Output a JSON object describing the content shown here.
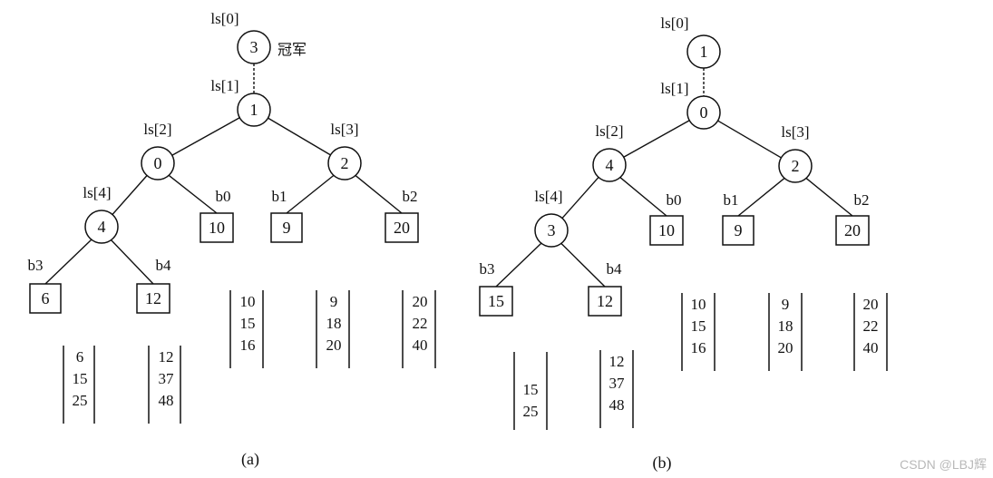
{
  "panels": [
    {
      "id": "a",
      "caption": "(a)",
      "champion_label": "冠军",
      "nodes": [
        {
          "key": "ls0",
          "label": "ls[0]",
          "value": "3"
        },
        {
          "key": "ls1",
          "label": "ls[1]",
          "value": "1"
        },
        {
          "key": "ls2",
          "label": "ls[2]",
          "value": "0"
        },
        {
          "key": "ls3",
          "label": "ls[3]",
          "value": "2"
        },
        {
          "key": "ls4",
          "label": "ls[4]",
          "value": "4"
        }
      ],
      "buffers": [
        {
          "key": "b0",
          "label": "b0",
          "value": "10"
        },
        {
          "key": "b1",
          "label": "b1",
          "value": "9"
        },
        {
          "key": "b2",
          "label": "b2",
          "value": "20"
        },
        {
          "key": "b3",
          "label": "b3",
          "value": "6"
        },
        {
          "key": "b4",
          "label": "b4",
          "value": "12"
        }
      ],
      "runs": [
        {
          "key": "run-b3",
          "values": [
            "6",
            "15",
            "25"
          ]
        },
        {
          "key": "run-b4",
          "values": [
            "12",
            "37",
            "48"
          ]
        },
        {
          "key": "run-b0",
          "values": [
            "10",
            "15",
            "16"
          ]
        },
        {
          "key": "run-b1",
          "values": [
            "9",
            "18",
            "20"
          ]
        },
        {
          "key": "run-b2",
          "values": [
            "20",
            "22",
            "40"
          ]
        }
      ]
    },
    {
      "id": "b",
      "caption": "(b)",
      "champion_label": "",
      "nodes": [
        {
          "key": "ls0",
          "label": "ls[0]",
          "value": "1"
        },
        {
          "key": "ls1",
          "label": "ls[1]",
          "value": "0"
        },
        {
          "key": "ls2",
          "label": "ls[2]",
          "value": "4"
        },
        {
          "key": "ls3",
          "label": "ls[3]",
          "value": "2"
        },
        {
          "key": "ls4",
          "label": "ls[4]",
          "value": "3"
        }
      ],
      "buffers": [
        {
          "key": "b0",
          "label": "b0",
          "value": "10"
        },
        {
          "key": "b1",
          "label": "b1",
          "value": "9"
        },
        {
          "key": "b2",
          "label": "b2",
          "value": "20"
        },
        {
          "key": "b3",
          "label": "b3",
          "value": "15"
        },
        {
          "key": "b4",
          "label": "b4",
          "value": "12"
        }
      ],
      "runs": [
        {
          "key": "run-b3",
          "values": [
            "",
            "15",
            "25"
          ]
        },
        {
          "key": "run-b4",
          "values": [
            "12",
            "37",
            "48"
          ]
        },
        {
          "key": "run-b0",
          "values": [
            "10",
            "15",
            "16"
          ]
        },
        {
          "key": "run-b1",
          "values": [
            "9",
            "18",
            "20"
          ]
        },
        {
          "key": "run-b2",
          "values": [
            "20",
            "22",
            "40"
          ]
        }
      ]
    }
  ],
  "watermark": "CSDN @LBJ辉"
}
